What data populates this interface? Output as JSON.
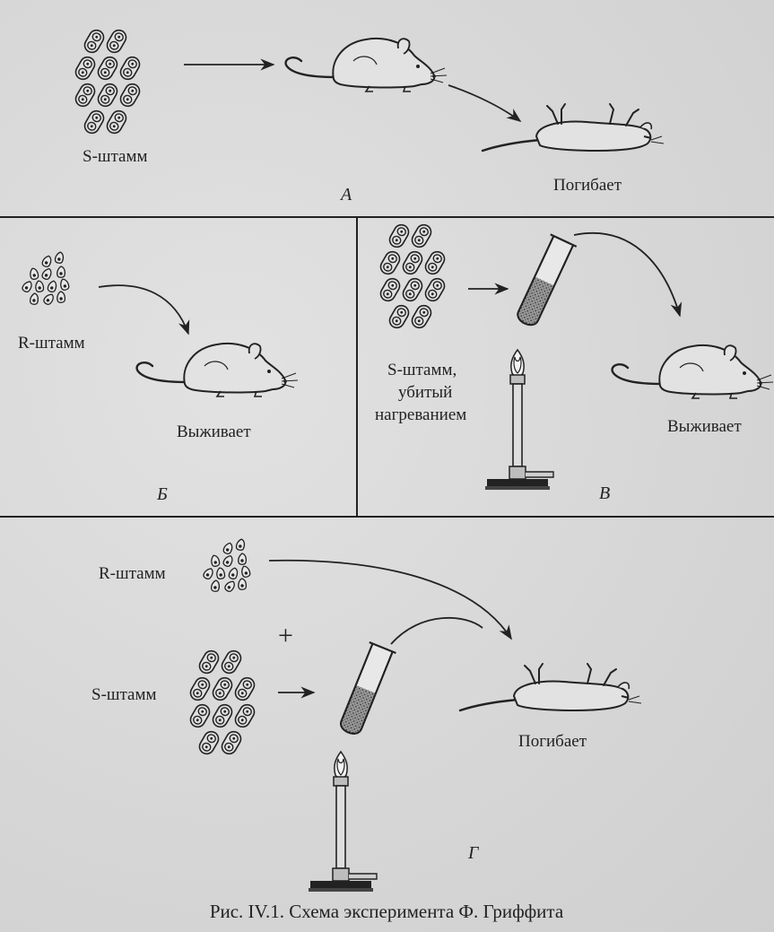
{
  "labels": {
    "a_strain": "S-штамм",
    "a_result": "Погибает",
    "a_panel": "А",
    "b_strain": "R-штамм",
    "b_result": "Выживает",
    "b_panel": "Б",
    "v_strain_line1": "S-штамм,",
    "v_strain_line2": "убитый",
    "v_strain_line3": "нагреванием",
    "v_result": "Выживает",
    "v_panel": "В",
    "g_strain_r": "R-штамм",
    "g_plus": "+",
    "g_strain_s": "S-штамм",
    "g_result": "Погибает",
    "g_panel": "Г"
  },
  "caption": "Рис. IV.1. Схема эксперимента Ф. Гриффита",
  "icons": {
    "s_cells": "s-strain-cells-icon",
    "r_cells": "r-strain-cells-icon",
    "mouse_alive": "living-mouse-icon",
    "mouse_dead": "dead-mouse-icon",
    "tube": "test-tube-icon",
    "burner": "bunsen-burner-icon"
  }
}
